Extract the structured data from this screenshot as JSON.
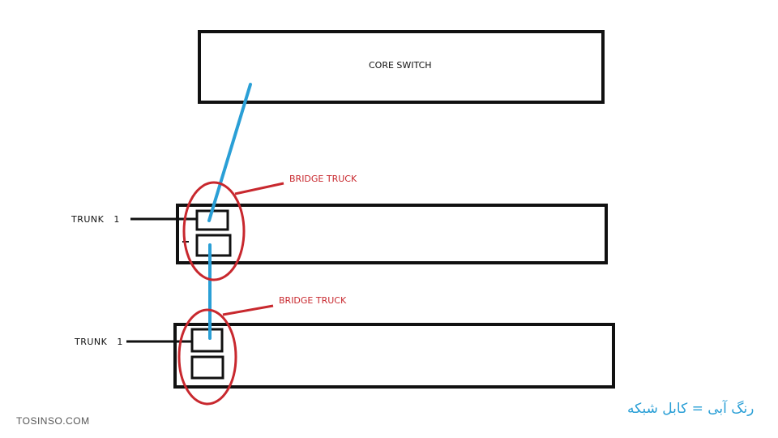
{
  "core_switch": {
    "label": "CORE SWITCH"
  },
  "switches": [
    {
      "trunk_label": "TRUNK",
      "trunk_number": "1"
    },
    {
      "trunk_label": "TRUNK",
      "trunk_number": "1"
    }
  ],
  "bridges": [
    {
      "label": "BRIDGE TRUCK"
    },
    {
      "label": "BRIDGE TRUCK"
    }
  ],
  "legend": {
    "text": "رنگ آبی = کابل شبکه"
  },
  "watermark": {
    "text": "TOSINSO.COM"
  },
  "colors": {
    "outline": "#111111",
    "cable": "#2a9fd6",
    "highlight": "#c8282e"
  }
}
